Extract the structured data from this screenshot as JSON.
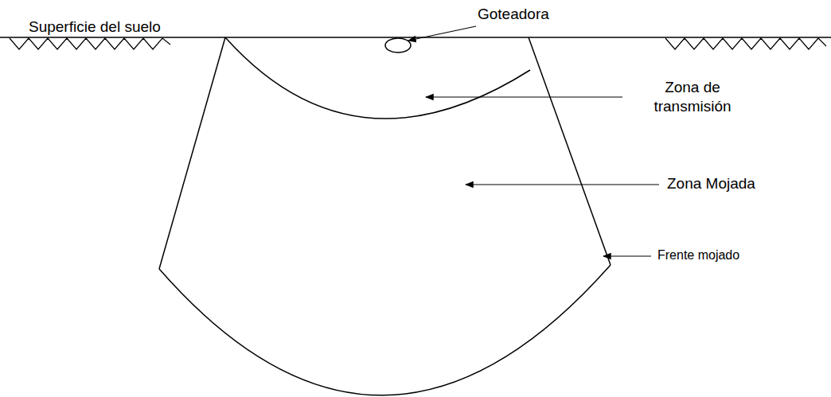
{
  "diagram": {
    "labels": [
      "Superficie del suelo",
      "Goteadora",
      "Zona de transmisión",
      "Zona Mojada",
      "Frente mojado"
    ]
  }
}
